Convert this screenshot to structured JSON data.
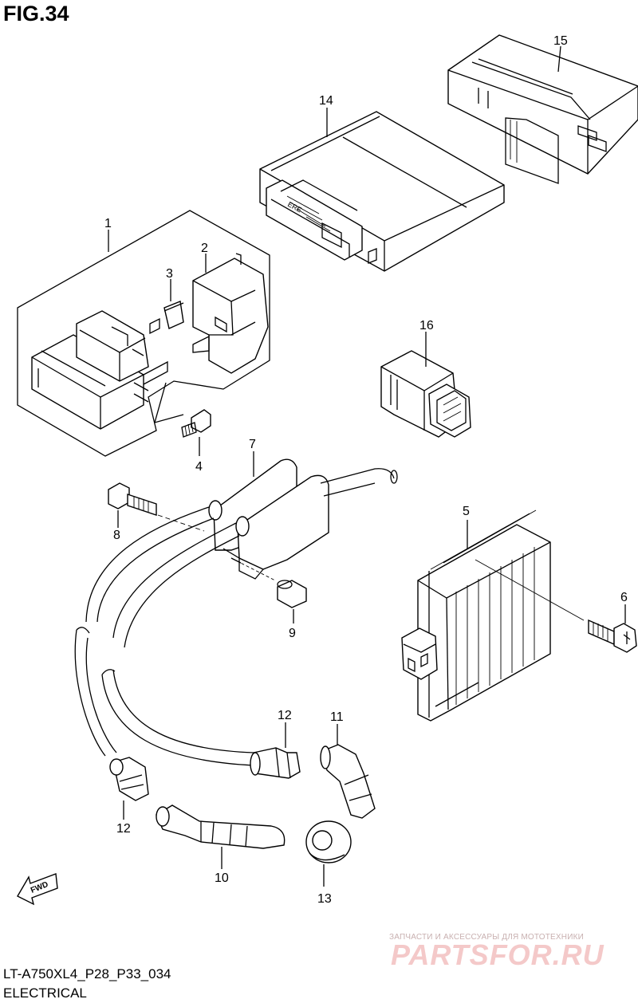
{
  "figure": {
    "title": "FIG.34",
    "model_code": "LT-A750XL4_P28_P33_034",
    "section": "ELECTRICAL",
    "fwd_label": "FWD"
  },
  "watermark": {
    "tagline": "ЗАПЧАСТИ И АКСЕССУАРЫ ДЛЯ МОТОТЕХНИКИ",
    "brand": "PARTSFOR.RU"
  },
  "callouts": [
    "1",
    "2",
    "3",
    "4",
    "5",
    "6",
    "7",
    "8",
    "9",
    "10",
    "11",
    "12",
    "12",
    "13",
    "14",
    "15",
    "16"
  ]
}
